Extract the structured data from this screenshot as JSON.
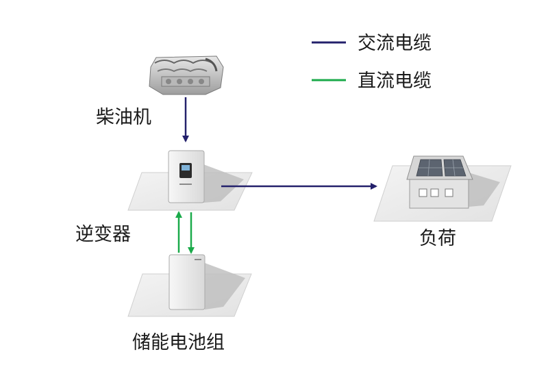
{
  "legend": {
    "ac_label": "交流电缆",
    "dc_label": "直流电缆",
    "ac_color": "#23206b",
    "dc_color": "#1aaa4a"
  },
  "nodes": {
    "engine": {
      "label": "柴油机",
      "icon": "diesel-engine-icon"
    },
    "inverter": {
      "label": "逆变器",
      "icon": "inverter-icon"
    },
    "battery": {
      "label": "储能电池组",
      "icon": "battery-cabinet-icon"
    },
    "load": {
      "label": "负荷",
      "icon": "house-solar-roof-icon"
    }
  }
}
